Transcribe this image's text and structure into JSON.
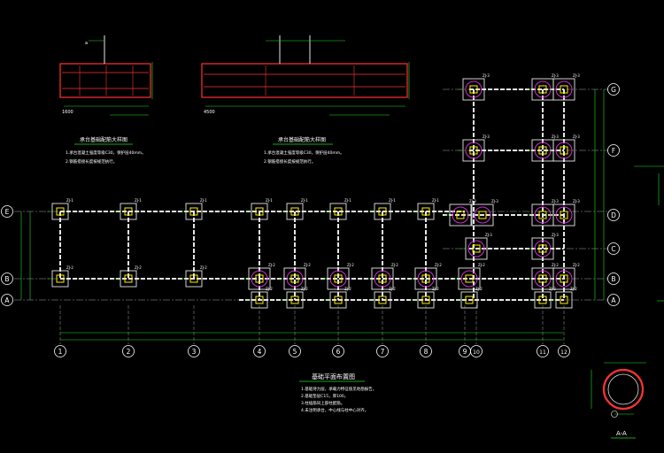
{
  "colors": {
    "background": "#000000",
    "axis_line": "#9ca3a8",
    "grid_bubble": "#ffffff",
    "dimension": "#22dd22",
    "footing": "#e8e8e8",
    "pile_circle": "#cc33cc",
    "column": "#ffee00",
    "beam": "#e6e6e6",
    "rebar": "#ff3333",
    "note_text": "#ffffff",
    "title_underline": "#22dd22"
  },
  "grid_columns": [
    "1",
    "2",
    "3",
    "4",
    "5",
    "6",
    "7",
    "8",
    "9",
    "10",
    "11",
    "12"
  ],
  "grid_rows_left": [
    "E",
    "B",
    "A"
  ],
  "grid_rows_right": [
    "G",
    "F",
    "D",
    "C",
    "B",
    "A"
  ],
  "detail_titles": {
    "beam_section_1": "承台基础配筋大样图",
    "beam_section_2": "承台基础配筋大样图",
    "foundation_plan": "基础平面布置图",
    "section_aa": "A-A"
  },
  "detail_notes": {
    "beam_section_1": [
      "1.承台混凝土强度等级C30，保护层40mm。",
      "2.钢筋搭接长度按规范执行。"
    ],
    "beam_section_2": [
      "1.承台混凝土强度等级C30，保护层40mm。",
      "2.钢筋搭接长度按规范执行。"
    ],
    "foundation_plan": [
      "1.基础持力层，承载力特征值见地勘报告。",
      "2.基础垫层C15，厚100。",
      "3.柱插筋同上部柱配筋。",
      "4.未注明承台，中心线与柱中心对齐。"
    ]
  },
  "footing_tags": [
    "ZJ-1",
    "ZJ-2",
    "ZJ-3"
  ]
}
